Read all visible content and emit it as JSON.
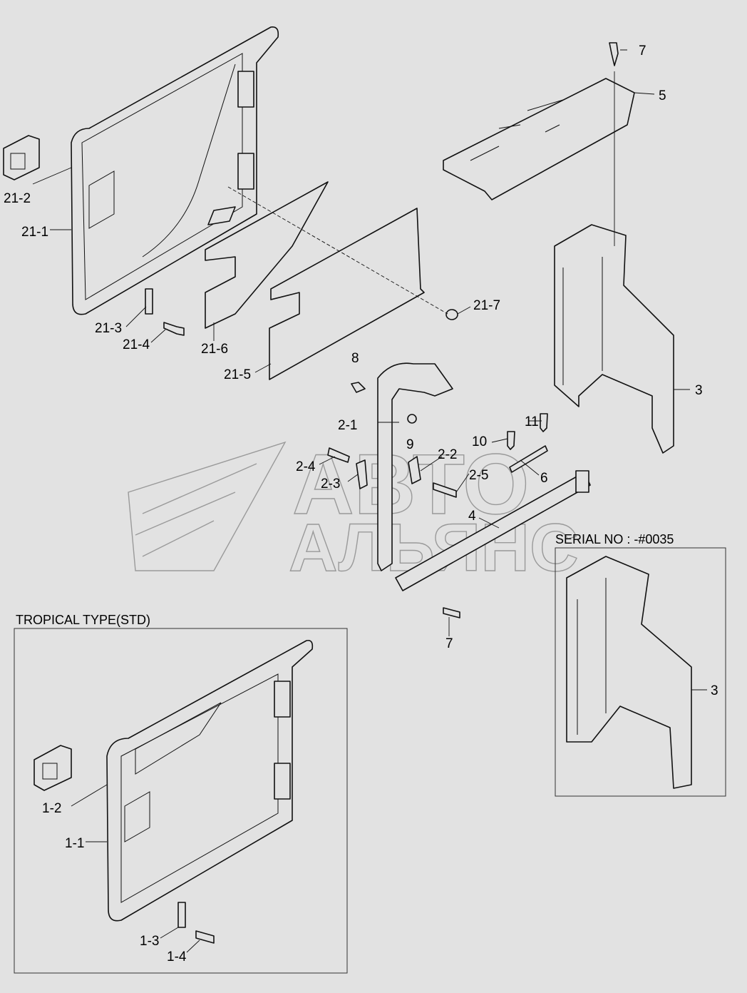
{
  "watermark": {
    "line1": "АВТО",
    "line2": "АЛЬЯНС"
  },
  "sections": {
    "tropical_title": "TROPICAL TYPE(STD)",
    "serial_title": "SERIAL NO : -#0035"
  },
  "labels": {
    "p7_top": "7",
    "p5": "5",
    "p21_2": "21-2",
    "p21_1": "21-1",
    "p21_3": "21-3",
    "p21_4": "21-4",
    "p21_6": "21-6",
    "p21_5": "21-5",
    "p21_7": "21-7",
    "p3": "3",
    "p8": "8",
    "p2_1": "2-1",
    "p9": "9",
    "p2_2": "2-2",
    "p2_4": "2-4",
    "p2_3": "2-3",
    "p2_5": "2-5",
    "p11": "11",
    "p10": "10",
    "p6": "6",
    "p4": "4",
    "p7_bottom": "7",
    "p3_serial": "3",
    "p1_2": "1-2",
    "p1_1": "1-1",
    "p1_3": "1-3",
    "p1_4": "1-4"
  }
}
